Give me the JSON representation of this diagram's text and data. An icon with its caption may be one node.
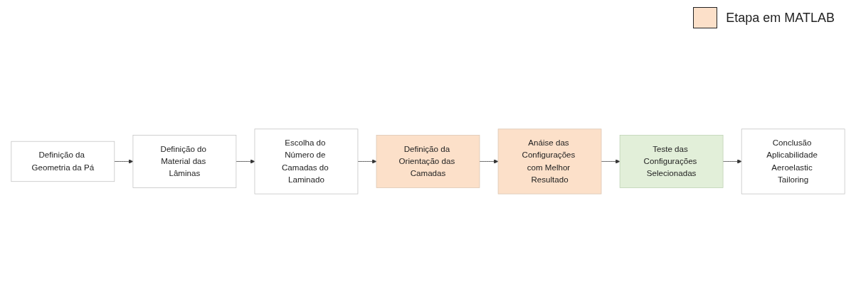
{
  "diagram": {
    "nodes": [
      {
        "text": [
          "Definição da Geometria da Pá"
        ]
      },
      {
        "text": [
          "Definição do Material das Lâminas"
        ]
      },
      {
        "text": [
          "Escolha do Número de Camadas do Laminado"
        ]
      },
      {
        "text": [
          "Definição da Orientação das Camadas"
        ]
      },
      {
        "text": [
          "Anáise das Configurações com Melhor Resultado"
        ]
      },
      {
        "text": [
          "Teste das Configurações Selecionadas"
        ]
      },
      {
        "text": [
          "Conclusão Aplicabilidade Aeroelastic Tailoring"
        ]
      }
    ],
    "edges": [
      {
        "from": 0,
        "to": 1,
        "arrow": "to"
      },
      {
        "from": 1,
        "to": 2,
        "arrow": "to"
      },
      {
        "from": 2,
        "to": 3,
        "arrow": "to"
      },
      {
        "from": 3,
        "to": 4,
        "arrow": "to"
      },
      {
        "from": 4,
        "to": 5,
        "arrow": "to"
      },
      {
        "from": 5,
        "to": 6,
        "arrow": "to"
      }
    ],
    "legend": [
      {
        "text": "Etapa em MATLAB",
        "color": "#fce0c9"
      }
    ]
  }
}
